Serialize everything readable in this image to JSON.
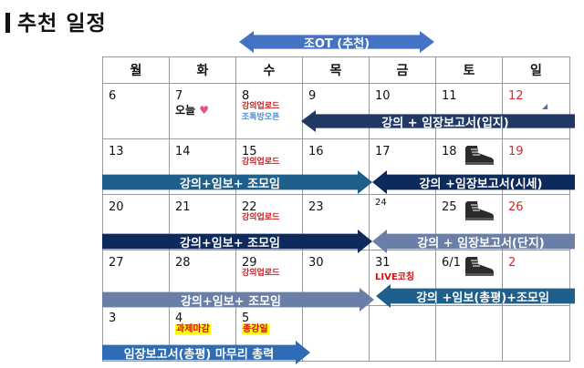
{
  "title": "추천 일정",
  "weekdays": [
    "월",
    "화",
    "수",
    "목",
    "금",
    "토",
    "일"
  ],
  "weeks": [
    [
      {
        "n": "6"
      },
      {
        "n": "7",
        "today": "오늘"
      },
      {
        "n": "8",
        "subs": [
          {
            "t": "강의업로드",
            "c": "red"
          },
          {
            "t": "조톡방오픈",
            "c": "blue"
          }
        ]
      },
      {
        "n": "9"
      },
      {
        "n": "10"
      },
      {
        "n": "11"
      },
      {
        "n": "12",
        "red": true
      }
    ],
    [
      {
        "n": "13"
      },
      {
        "n": "14"
      },
      {
        "n": "15",
        "subs": [
          {
            "t": "강의업로드",
            "c": "red"
          }
        ]
      },
      {
        "n": "16"
      },
      {
        "n": "17"
      },
      {
        "n": "18",
        "shoe": true
      },
      {
        "n": "19",
        "red": true
      }
    ],
    [
      {
        "n": "20"
      },
      {
        "n": "21"
      },
      {
        "n": "22",
        "subs": [
          {
            "t": "강의업로드",
            "c": "red"
          }
        ]
      },
      {
        "n": "23"
      },
      {
        "n": "24",
        "small": true
      },
      {
        "n": "25",
        "shoe": true
      },
      {
        "n": "26",
        "red": true
      }
    ],
    [
      {
        "n": "27"
      },
      {
        "n": "28"
      },
      {
        "n": "29",
        "subs": [
          {
            "t": "강의업로드",
            "c": "red"
          }
        ]
      },
      {
        "n": "30"
      },
      {
        "n": "31",
        "live": "LIVE코칭"
      },
      {
        "n": "6/1",
        "shoe": true
      },
      {
        "n": "2",
        "red": true
      }
    ],
    [
      {
        "n": "3"
      },
      {
        "n": "4",
        "hl": "과제마감"
      },
      {
        "n": "5",
        "hl": "종강일"
      },
      {
        "n": ""
      },
      {
        "n": ""
      },
      {
        "n": ""
      },
      {
        "n": ""
      }
    ]
  ],
  "arrows": [
    {
      "label": "조OT (추천)",
      "dir": "both",
      "color": "#4472c4"
    },
    {
      "label": "강의 + 임장보고서(입지)",
      "dir": "left",
      "color": "#1f3864"
    },
    {
      "label": "강의+임보+ 조모임",
      "dir": "right",
      "color": "#1f5f8b"
    },
    {
      "label": "강의 +임장보고서(시세)",
      "dir": "left",
      "color": "#0d2a5c"
    },
    {
      "label": "강의+임보+ 조모임",
      "dir": "right",
      "color": "#0d2a5c"
    },
    {
      "label": "강의 + 임장보고서(단지)",
      "dir": "left",
      "color": "#6a7fa8"
    },
    {
      "label": "강의+임보+ 조모임",
      "dir": "right",
      "color": "#6a7fa8"
    },
    {
      "label": "강의 +임보(총평)+조모임",
      "dir": "left",
      "color": "#1f5f8b"
    },
    {
      "label": "임장보고서(총평) 마무리 총력",
      "dir": "right",
      "color": "#2e6cb5"
    }
  ]
}
